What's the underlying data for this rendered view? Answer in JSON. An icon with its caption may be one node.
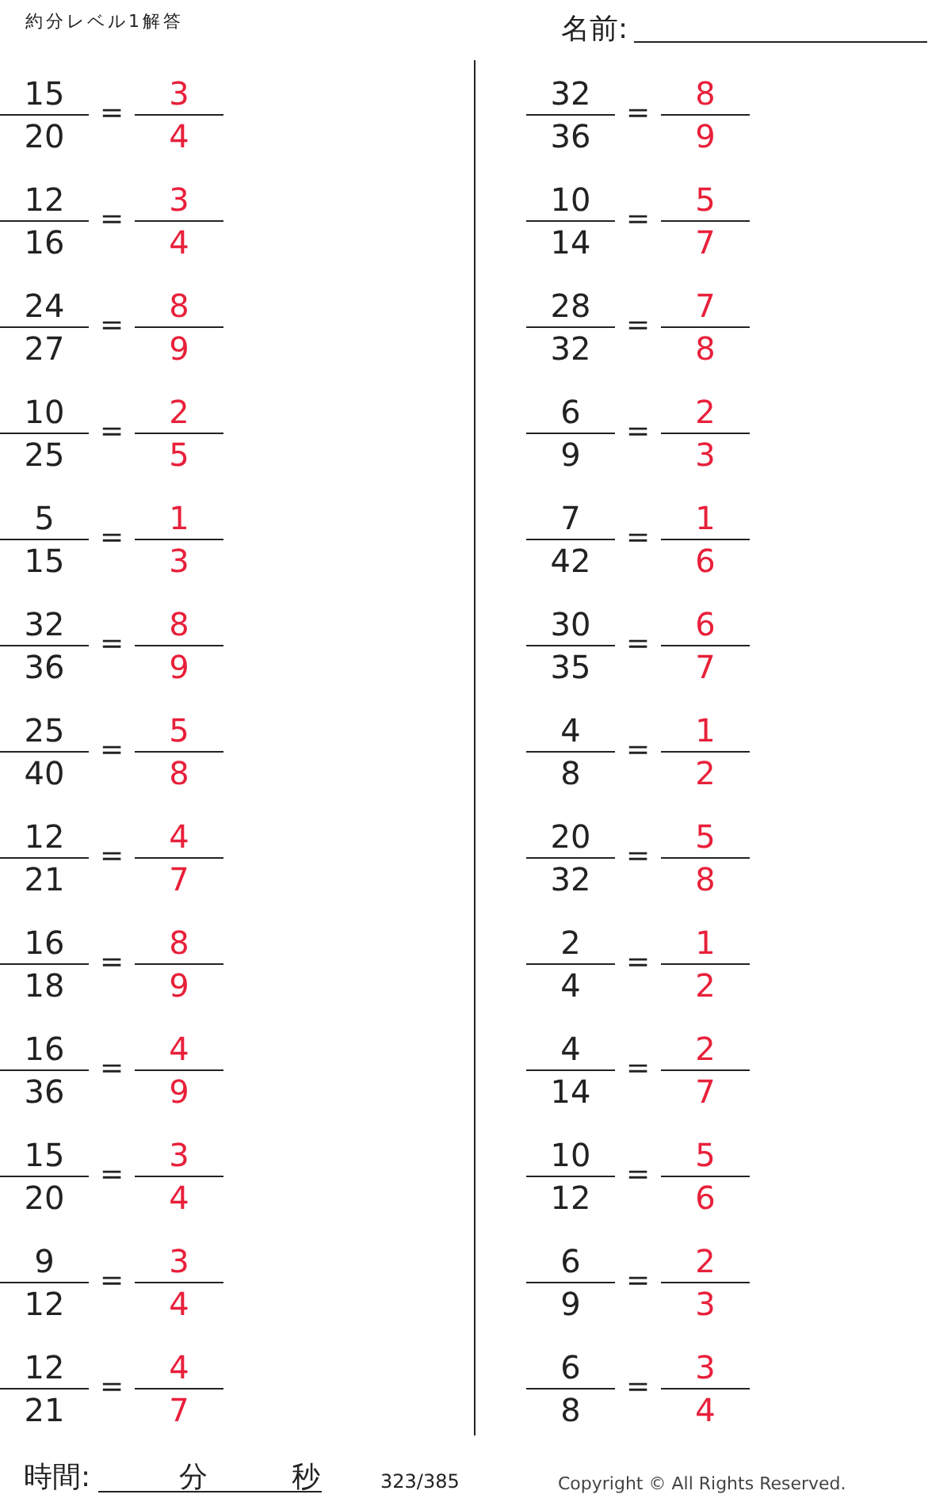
{
  "diagram": {
    "title": "約分レベル1解答",
    "labels": [
      "名前:",
      "15",
      "20",
      "=",
      "3",
      "4",
      "12",
      "16",
      "=",
      "3",
      "4",
      "24",
      "27",
      "=",
      "8",
      "9",
      "10",
      "25",
      "=",
      "2",
      "5",
      "5",
      "15",
      "=",
      "1",
      "3",
      "32",
      "36",
      "=",
      "8",
      "9",
      "25",
      "40",
      "=",
      "5",
      "8",
      "12",
      "21",
      "=",
      "4",
      "7",
      "16",
      "18",
      "=",
      "8",
      "9",
      "16",
      "36",
      "=",
      "4",
      "9",
      "15",
      "20",
      "=",
      "3",
      "4",
      "9",
      "12",
      "=",
      "3",
      "4",
      "12",
      "21",
      "=",
      "4",
      "7",
      "32",
      "36",
      "=",
      "8",
      "9",
      "10",
      "14",
      "=",
      "5",
      "7",
      "28",
      "32",
      "=",
      "7",
      "8",
      "6",
      "9",
      "=",
      "2",
      "3",
      "7",
      "42",
      "=",
      "1",
      "6",
      "30",
      "35",
      "=",
      "6",
      "7",
      "4",
      "8",
      "=",
      "1",
      "2",
      "20",
      "32",
      "=",
      "5",
      "8",
      "2",
      "4",
      "=",
      "1",
      "2",
      "4",
      "14",
      "=",
      "2",
      "7",
      "10",
      "12",
      "=",
      "5",
      "6",
      "6",
      "9",
      "=",
      "2",
      "3",
      "6",
      "8",
      "=",
      "3",
      "4",
      "時間:",
      "分",
      "秒",
      "323/385",
      "Copyright © All Rights Reserved."
    ]
  }
}
